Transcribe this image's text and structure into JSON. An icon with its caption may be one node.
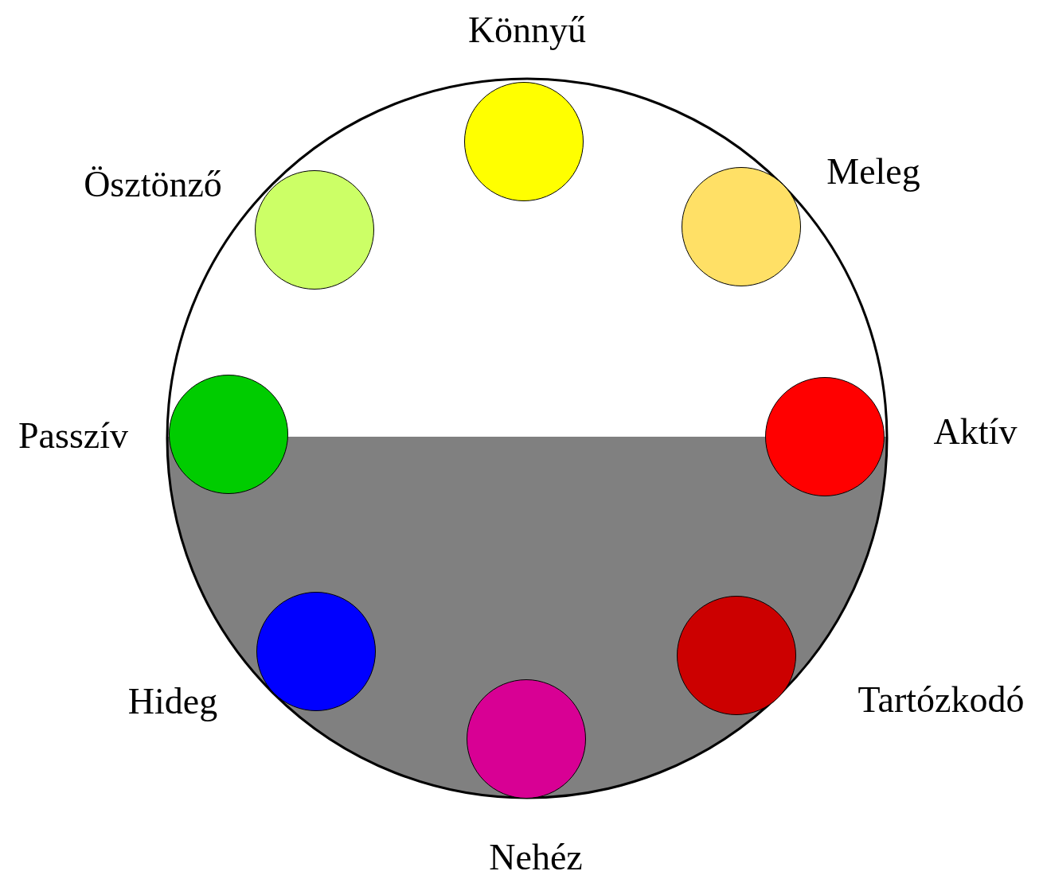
{
  "diagram": {
    "nodes": [
      {
        "text": [],
        "shape": "circle",
        "beside": [
          "Könnyű"
        ]
      },
      {
        "text": [],
        "shape": "circle",
        "beside": [
          "Ösztönző"
        ]
      },
      {
        "text": [],
        "shape": "circle",
        "beside": [
          "Meleg"
        ]
      },
      {
        "text": [],
        "shape": "circle",
        "beside": [
          "Passzív"
        ]
      },
      {
        "text": [],
        "shape": "circle",
        "beside": [
          "Aktív"
        ]
      },
      {
        "text": [],
        "shape": "circle",
        "beside": [
          "Hideg"
        ]
      },
      {
        "text": [],
        "shape": "circle",
        "beside": [
          "Tartózkodó"
        ]
      },
      {
        "text": [],
        "shape": "circle",
        "beside": [
          "Nehéz"
        ]
      }
    ]
  }
}
